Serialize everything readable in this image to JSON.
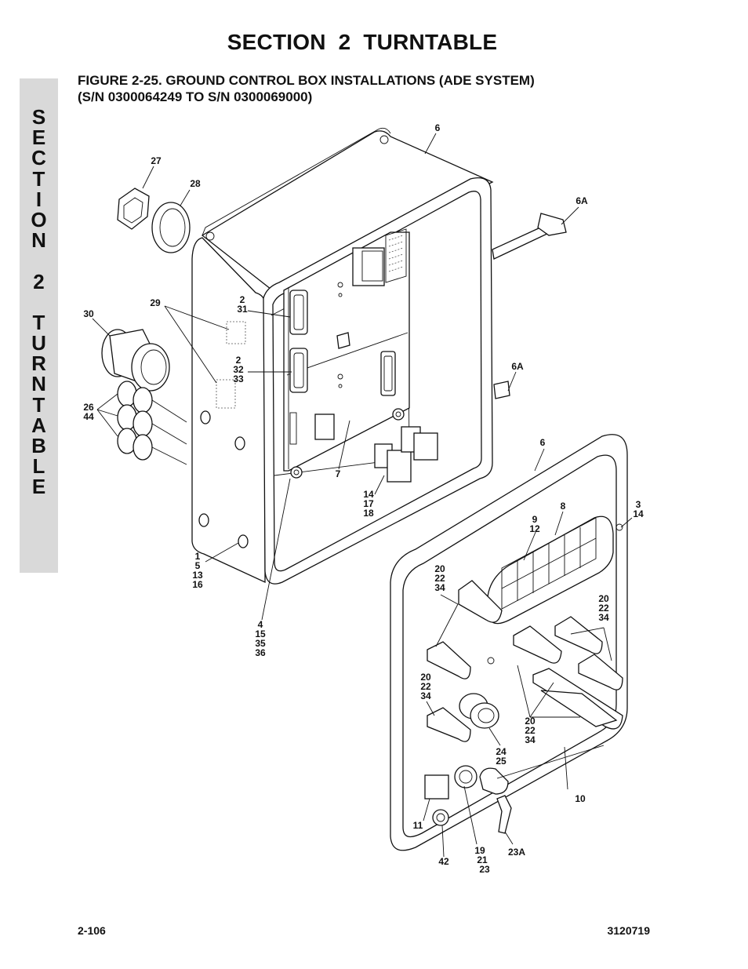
{
  "header": {
    "section_title": "SECTION 2   TURNTABLE",
    "figure_title_line1": "FIGURE 2-25.  GROUND CONTROL BOX INSTALLATIONS (ADE SYSTEM)",
    "figure_title_line2": "(S/N 0300064249 TO S/N 0300069000)"
  },
  "side_tab": {
    "letters": [
      "S",
      "E",
      "C",
      "T",
      "I",
      "O",
      "N",
      " ",
      "2",
      " ",
      "T",
      "U",
      "R",
      "N",
      "T",
      "A",
      "B",
      "L",
      "E"
    ]
  },
  "callouts": [
    {
      "id": "c6-top",
      "lines": [
        "6"
      ]
    },
    {
      "id": "c27",
      "lines": [
        "27"
      ]
    },
    {
      "id": "c28",
      "lines": [
        "28"
      ]
    },
    {
      "id": "c6a-top",
      "lines": [
        "6A"
      ]
    },
    {
      "id": "c30",
      "lines": [
        "30"
      ]
    },
    {
      "id": "c29",
      "lines": [
        "29"
      ]
    },
    {
      "id": "c2-31",
      "lines": [
        "2",
        "31"
      ]
    },
    {
      "id": "c2-32-33",
      "lines": [
        "2",
        "32",
        "33"
      ]
    },
    {
      "id": "c6a-mid",
      "lines": [
        "6A"
      ]
    },
    {
      "id": "c26-44",
      "lines": [
        "26",
        "44"
      ]
    },
    {
      "id": "c7",
      "lines": [
        "7"
      ]
    },
    {
      "id": "c14-17-18",
      "lines": [
        "14",
        "17",
        "18"
      ]
    },
    {
      "id": "c6-door",
      "lines": [
        "6"
      ]
    },
    {
      "id": "c8",
      "lines": [
        "8"
      ]
    },
    {
      "id": "c9-12",
      "lines": [
        "9",
        "12"
      ]
    },
    {
      "id": "c3-14",
      "lines": [
        "3",
        "14"
      ]
    },
    {
      "id": "c1-5-13-16",
      "lines": [
        "1",
        "5",
        "13",
        "16"
      ]
    },
    {
      "id": "c20-22-34-a",
      "lines": [
        "20",
        "22",
        "34"
      ]
    },
    {
      "id": "c20-22-34-b",
      "lines": [
        "20",
        "22",
        "34"
      ]
    },
    {
      "id": "c4-15-35-36",
      "lines": [
        "4",
        "15",
        "35",
        "36"
      ]
    },
    {
      "id": "c20-22-34-c",
      "lines": [
        "20",
        "22",
        "34"
      ]
    },
    {
      "id": "c20-22-34-d",
      "lines": [
        "20",
        "22",
        "34"
      ]
    },
    {
      "id": "c24-25",
      "lines": [
        "24",
        "25"
      ]
    },
    {
      "id": "c10",
      "lines": [
        "10"
      ]
    },
    {
      "id": "c11",
      "lines": [
        "11"
      ]
    },
    {
      "id": "c42",
      "lines": [
        "42"
      ]
    },
    {
      "id": "c19-21-23",
      "lines": [
        "19",
        "21",
        "23"
      ]
    },
    {
      "id": "c23a",
      "lines": [
        "23A"
      ]
    }
  ],
  "footer": {
    "page_number": "2-106",
    "doc_number": "3120719"
  }
}
